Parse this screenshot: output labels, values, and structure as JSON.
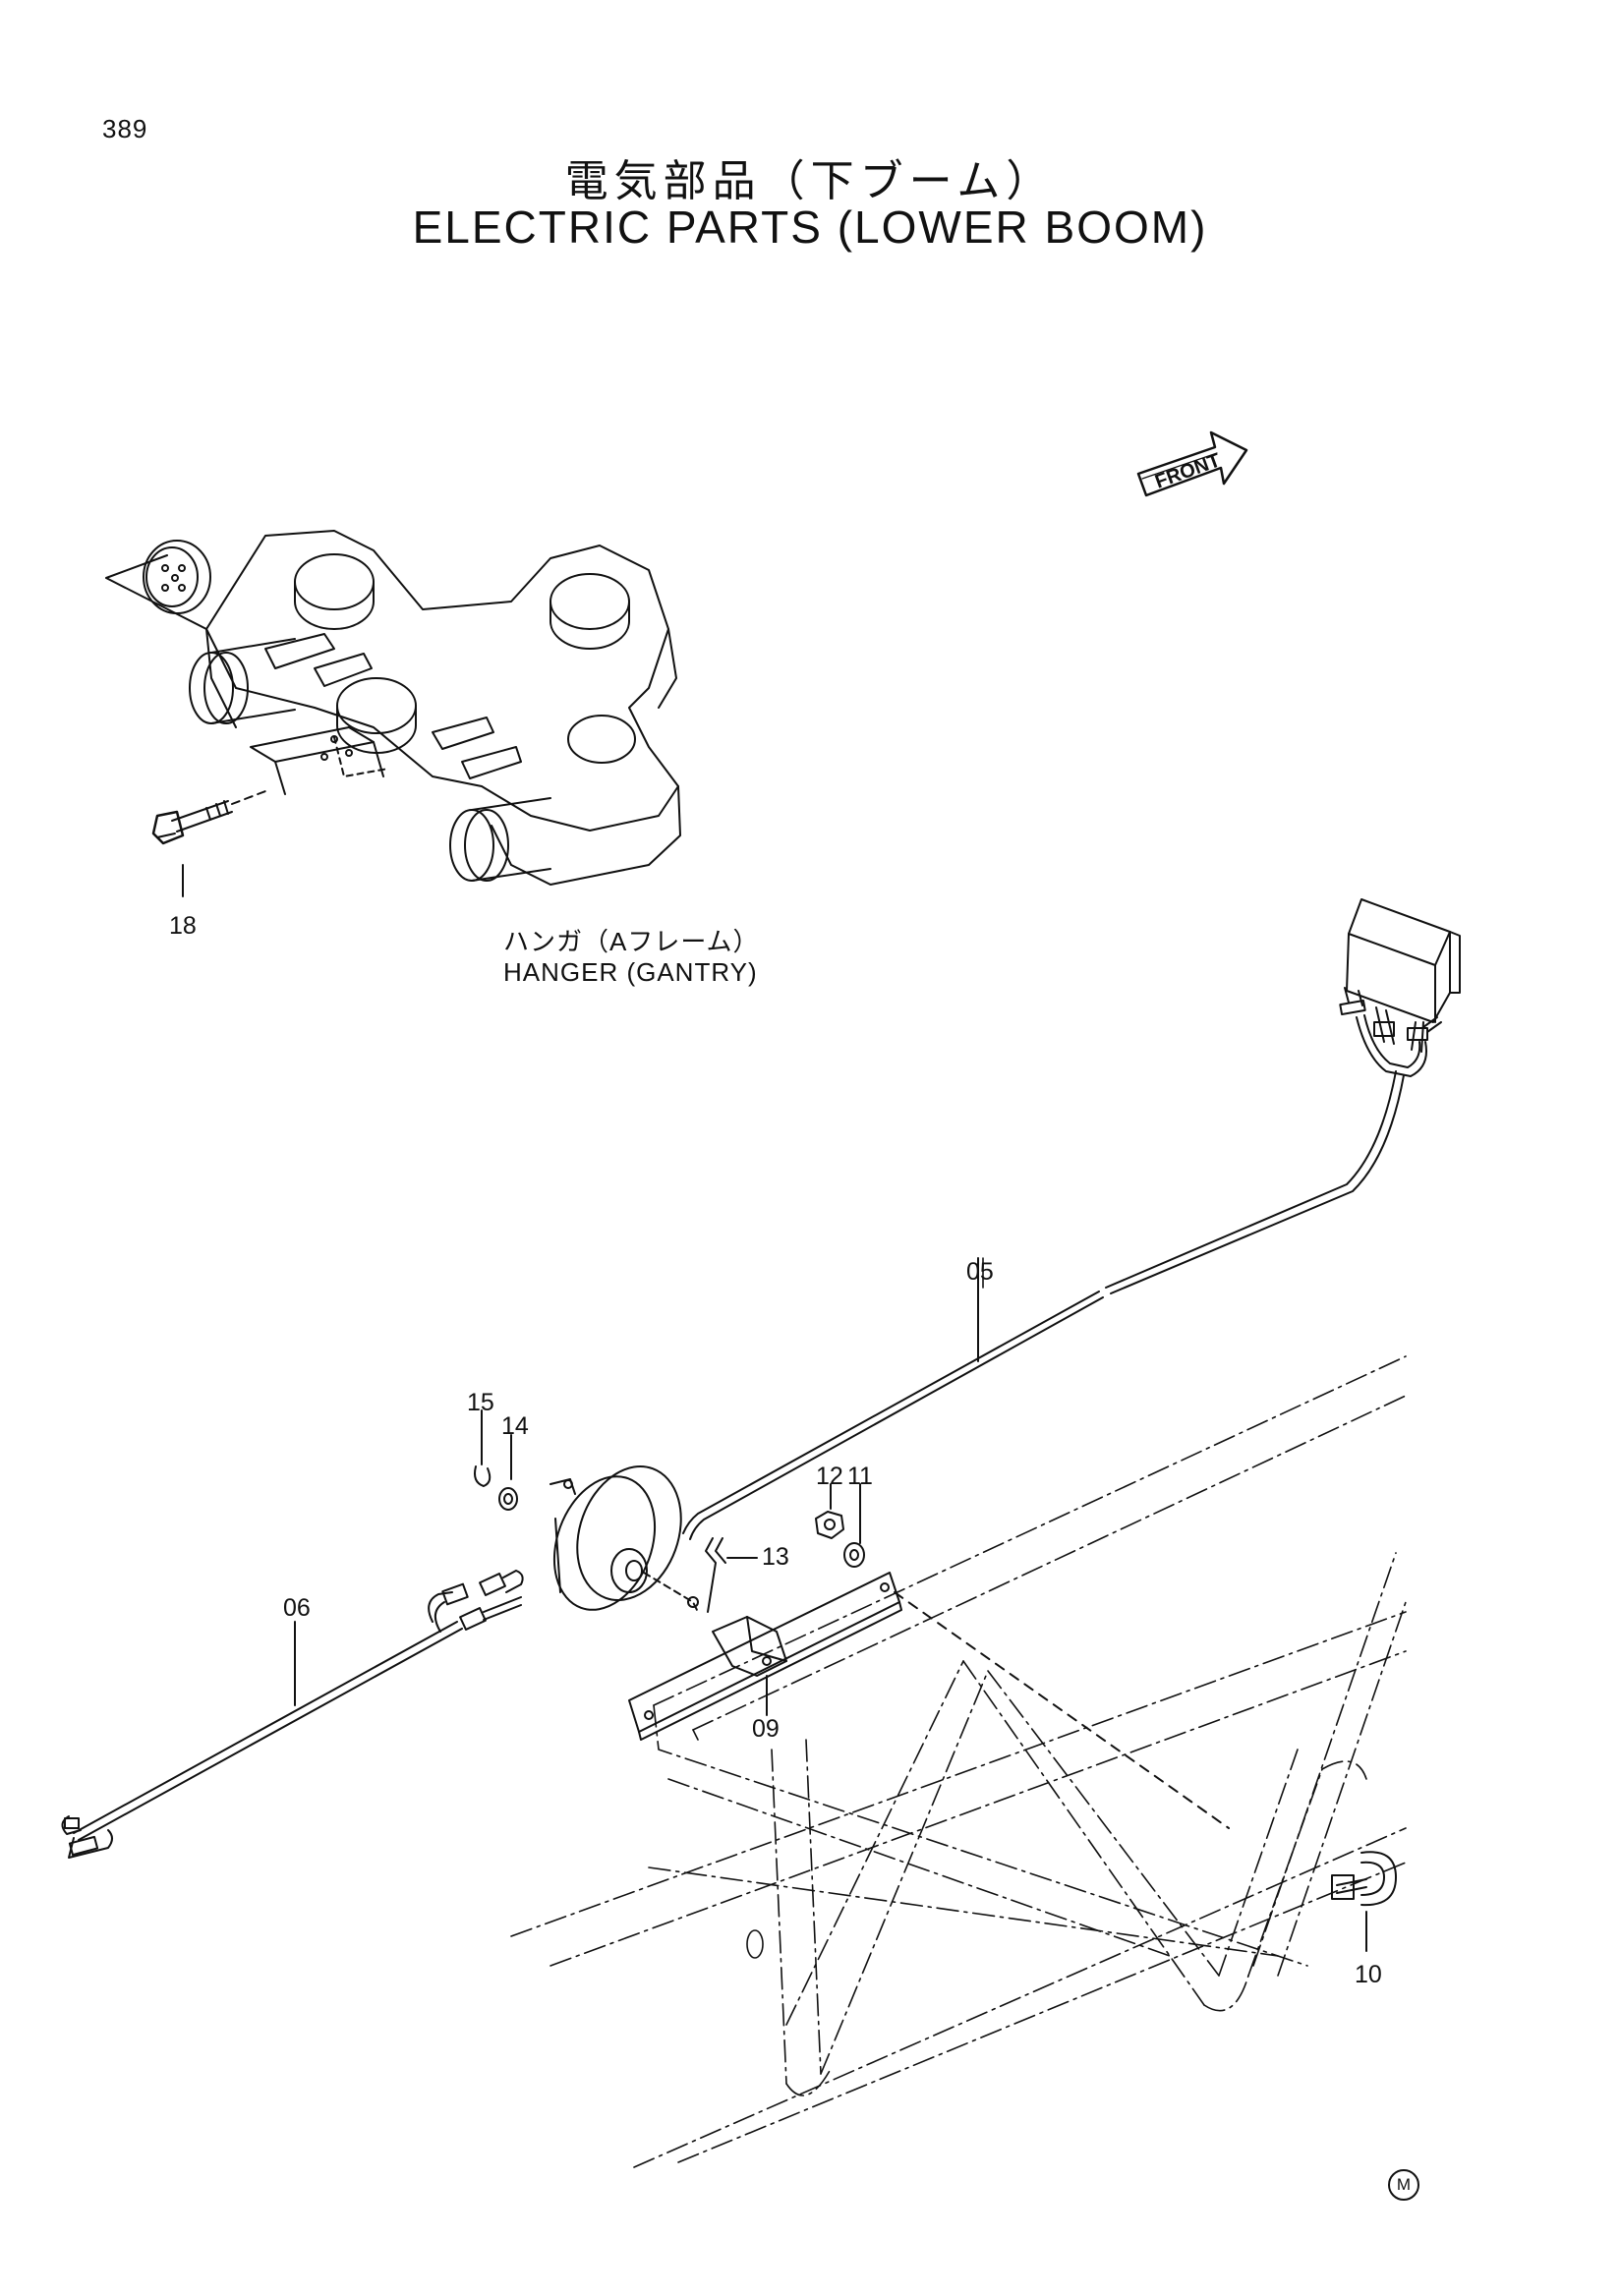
{
  "header": {
    "page_number": "389",
    "title_ja": "電気部品（下ブーム）",
    "title_en": "ELECTRIC PARTS (LOWER BOOM)"
  },
  "front_arrow": {
    "label": "FRONT"
  },
  "hanger_caption": {
    "ja": "ハンガ（Aフレーム）",
    "en": "HANGER (GANTRY)"
  },
  "callouts": {
    "c05": "05",
    "c06": "06",
    "c09": "09",
    "c10": "10",
    "c11": "11",
    "c12": "12",
    "c13": "13",
    "c14": "14",
    "c15": "15",
    "c18": "18"
  },
  "footer": {
    "mark": "M"
  }
}
